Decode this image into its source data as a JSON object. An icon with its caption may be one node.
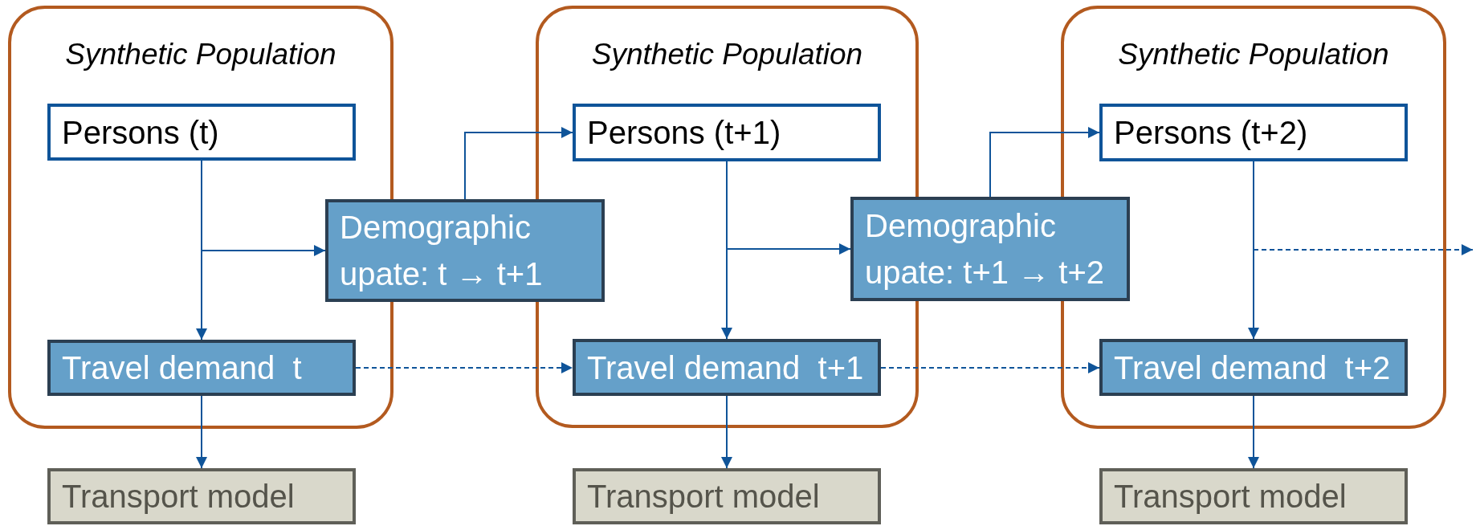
{
  "diagram": {
    "nodes": [
      {
        "text": [
          "Synthetic Population"
        ]
      },
      {
        "text": [
          "Persons (t)"
        ],
        "in": 0
      },
      {
        "text": [
          "Travel demand  t"
        ],
        "in": 0
      },
      {
        "text": [
          "Transport model"
        ]
      },
      {
        "text": [
          "Demographic upate: t → t+1"
        ]
      },
      {
        "text": [
          "Synthetic Population"
        ]
      },
      {
        "text": [
          "Persons (t+1)"
        ],
        "in": 5
      },
      {
        "text": [
          "Travel demand  t+1"
        ],
        "in": 5
      },
      {
        "text": [
          "Transport model"
        ]
      },
      {
        "text": [
          "Demographic upate: t+1 → t+2"
        ]
      },
      {
        "text": [
          "Synthetic Population"
        ]
      },
      {
        "text": [
          "Persons (t+2)"
        ],
        "in": 10
      },
      {
        "text": [
          "Travel demand  t+2"
        ],
        "in": 10
      },
      {
        "text": [
          "Transport model"
        ]
      }
    ],
    "edges": [
      {
        "from": 1,
        "to": 2,
        "arrow": "to"
      },
      {
        "from": 1,
        "to": 4,
        "arrow": "to"
      },
      {
        "from": 4,
        "to": 6,
        "arrow": "to"
      },
      {
        "from": 2,
        "to": 3,
        "arrow": "to"
      },
      {
        "from": 2,
        "to": 7,
        "arrow": "to",
        "style": "dashed"
      },
      {
        "from": 6,
        "to": 7,
        "arrow": "to"
      },
      {
        "from": 6,
        "to": 9,
        "arrow": "to"
      },
      {
        "from": 9,
        "to": 11,
        "arrow": "to"
      },
      {
        "from": 7,
        "to": 8,
        "arrow": "to"
      },
      {
        "from": 7,
        "to": 12,
        "arrow": "to",
        "style": "dashed"
      },
      {
        "from": 11,
        "to": 12,
        "arrow": "to"
      },
      {
        "from": 12,
        "to": 13,
        "arrow": "to"
      },
      {
        "from": 11,
        "to": null,
        "arrow": "to",
        "style": "dashed"
      }
    ]
  }
}
